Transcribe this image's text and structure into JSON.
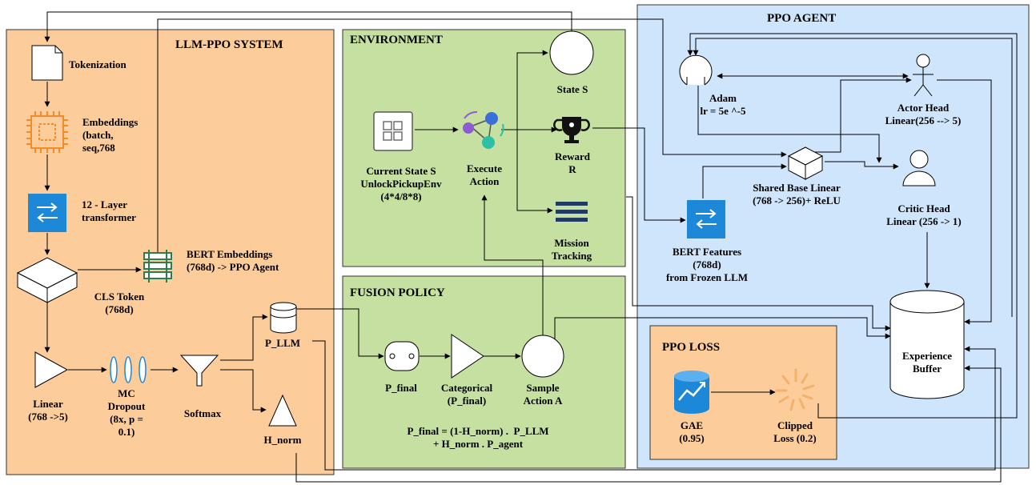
{
  "panels": {
    "llm_ppo_system": "LLM-PPO SYSTEM",
    "environment": "ENVIRONMENT",
    "fusion_policy": "FUSION POLICY",
    "ppo_agent": "PPO AGENT",
    "ppo_loss": "PPO LOSS"
  },
  "llm": {
    "tokenization": "Tokenization",
    "embeddings": "Embeddings\n(batch,\nseq,768",
    "transformer": "12 - Layer\ntransformer",
    "bert_embeddings": "BERT Embeddings\n(768d) -> PPO Agent",
    "cls_token": "CLS Token\n(768d)",
    "linear": "Linear\n(768 ->5)",
    "mc_dropout": "MC\nDropout\n(8x, p =\n0.1)",
    "softmax": "Softmax",
    "p_llm": "P_LLM",
    "h_norm": "H_norm"
  },
  "environment": {
    "current_state": "Current State S\nUnlockPickupEnv\n(4*4/8*8)",
    "execute_action": "Execute\nAction",
    "state_s": "State S",
    "reward": "Reward\nR",
    "mission_tracking": "Mission\nTracking"
  },
  "fusion": {
    "p_final": "P_final",
    "categorical": "Categorical\n(P_final)",
    "sample_action": "Sample\nAction A",
    "formula": "P_final = (1-H_norm) .  P_LLM\n+ H_norm . P_agent"
  },
  "agent": {
    "adam": "Adam\nlr = 5e ^-5",
    "actor_head": "Actor Head\nLinear(256 --> 5)",
    "shared_base": "Shared Base Linear\n(768 -> 256)+ ReLU",
    "critic_head": "Critic Head\nLinear (256 -> 1)",
    "bert_features": "BERT Features\n(768d)\nfrom Frozen LLM",
    "experience_buffer": "Experience\nBuffer"
  },
  "loss": {
    "gae": "GAE\n(0.95)",
    "clipped_loss": "Clipped\nLoss (0.2)"
  },
  "colors": {
    "orange_panel": "#fdcc9b",
    "green_panel": "#c5e0a0",
    "blue_panel": "#cfe5fb",
    "chip_orange": "#f28c28",
    "azure_blue": "#1e88d8",
    "windows_grey": "#5a5a5a",
    "navy_lines": "#1f3b63",
    "bert_green": "#2e7d4f"
  },
  "icons": [
    "document-icon",
    "chip-icon",
    "transformer-icon",
    "cube-icon",
    "stack-icon",
    "triangle-icon",
    "ellipses-icon",
    "funnel-icon",
    "database-icon",
    "windows-icon",
    "molecule-icon",
    "circle-icon",
    "trophy-icon",
    "lines-icon",
    "capsule-icon",
    "stickman-icon",
    "user-icon",
    "gae-chart-icon",
    "burst-icon",
    "cylinder-icon"
  ]
}
